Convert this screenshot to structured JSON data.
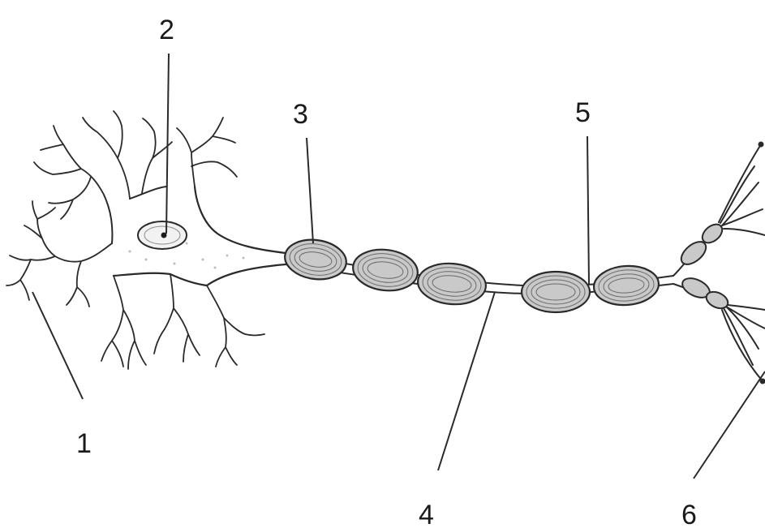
{
  "diagram": {
    "labels": [
      {
        "id": "1",
        "text": "1",
        "target": "dendrite"
      },
      {
        "id": "2",
        "text": "2",
        "target": "nucleus"
      },
      {
        "id": "3",
        "text": "3",
        "target": "myelin-sheath"
      },
      {
        "id": "4",
        "text": "4",
        "target": "axon"
      },
      {
        "id": "5",
        "text": "5",
        "target": "node-of-ranvier"
      },
      {
        "id": "6",
        "text": "6",
        "target": "axon-terminals"
      }
    ],
    "colors": {
      "ink": "#2a2a2a",
      "sheath_fill": "#c9c9c9",
      "background": "#ffffff"
    }
  }
}
